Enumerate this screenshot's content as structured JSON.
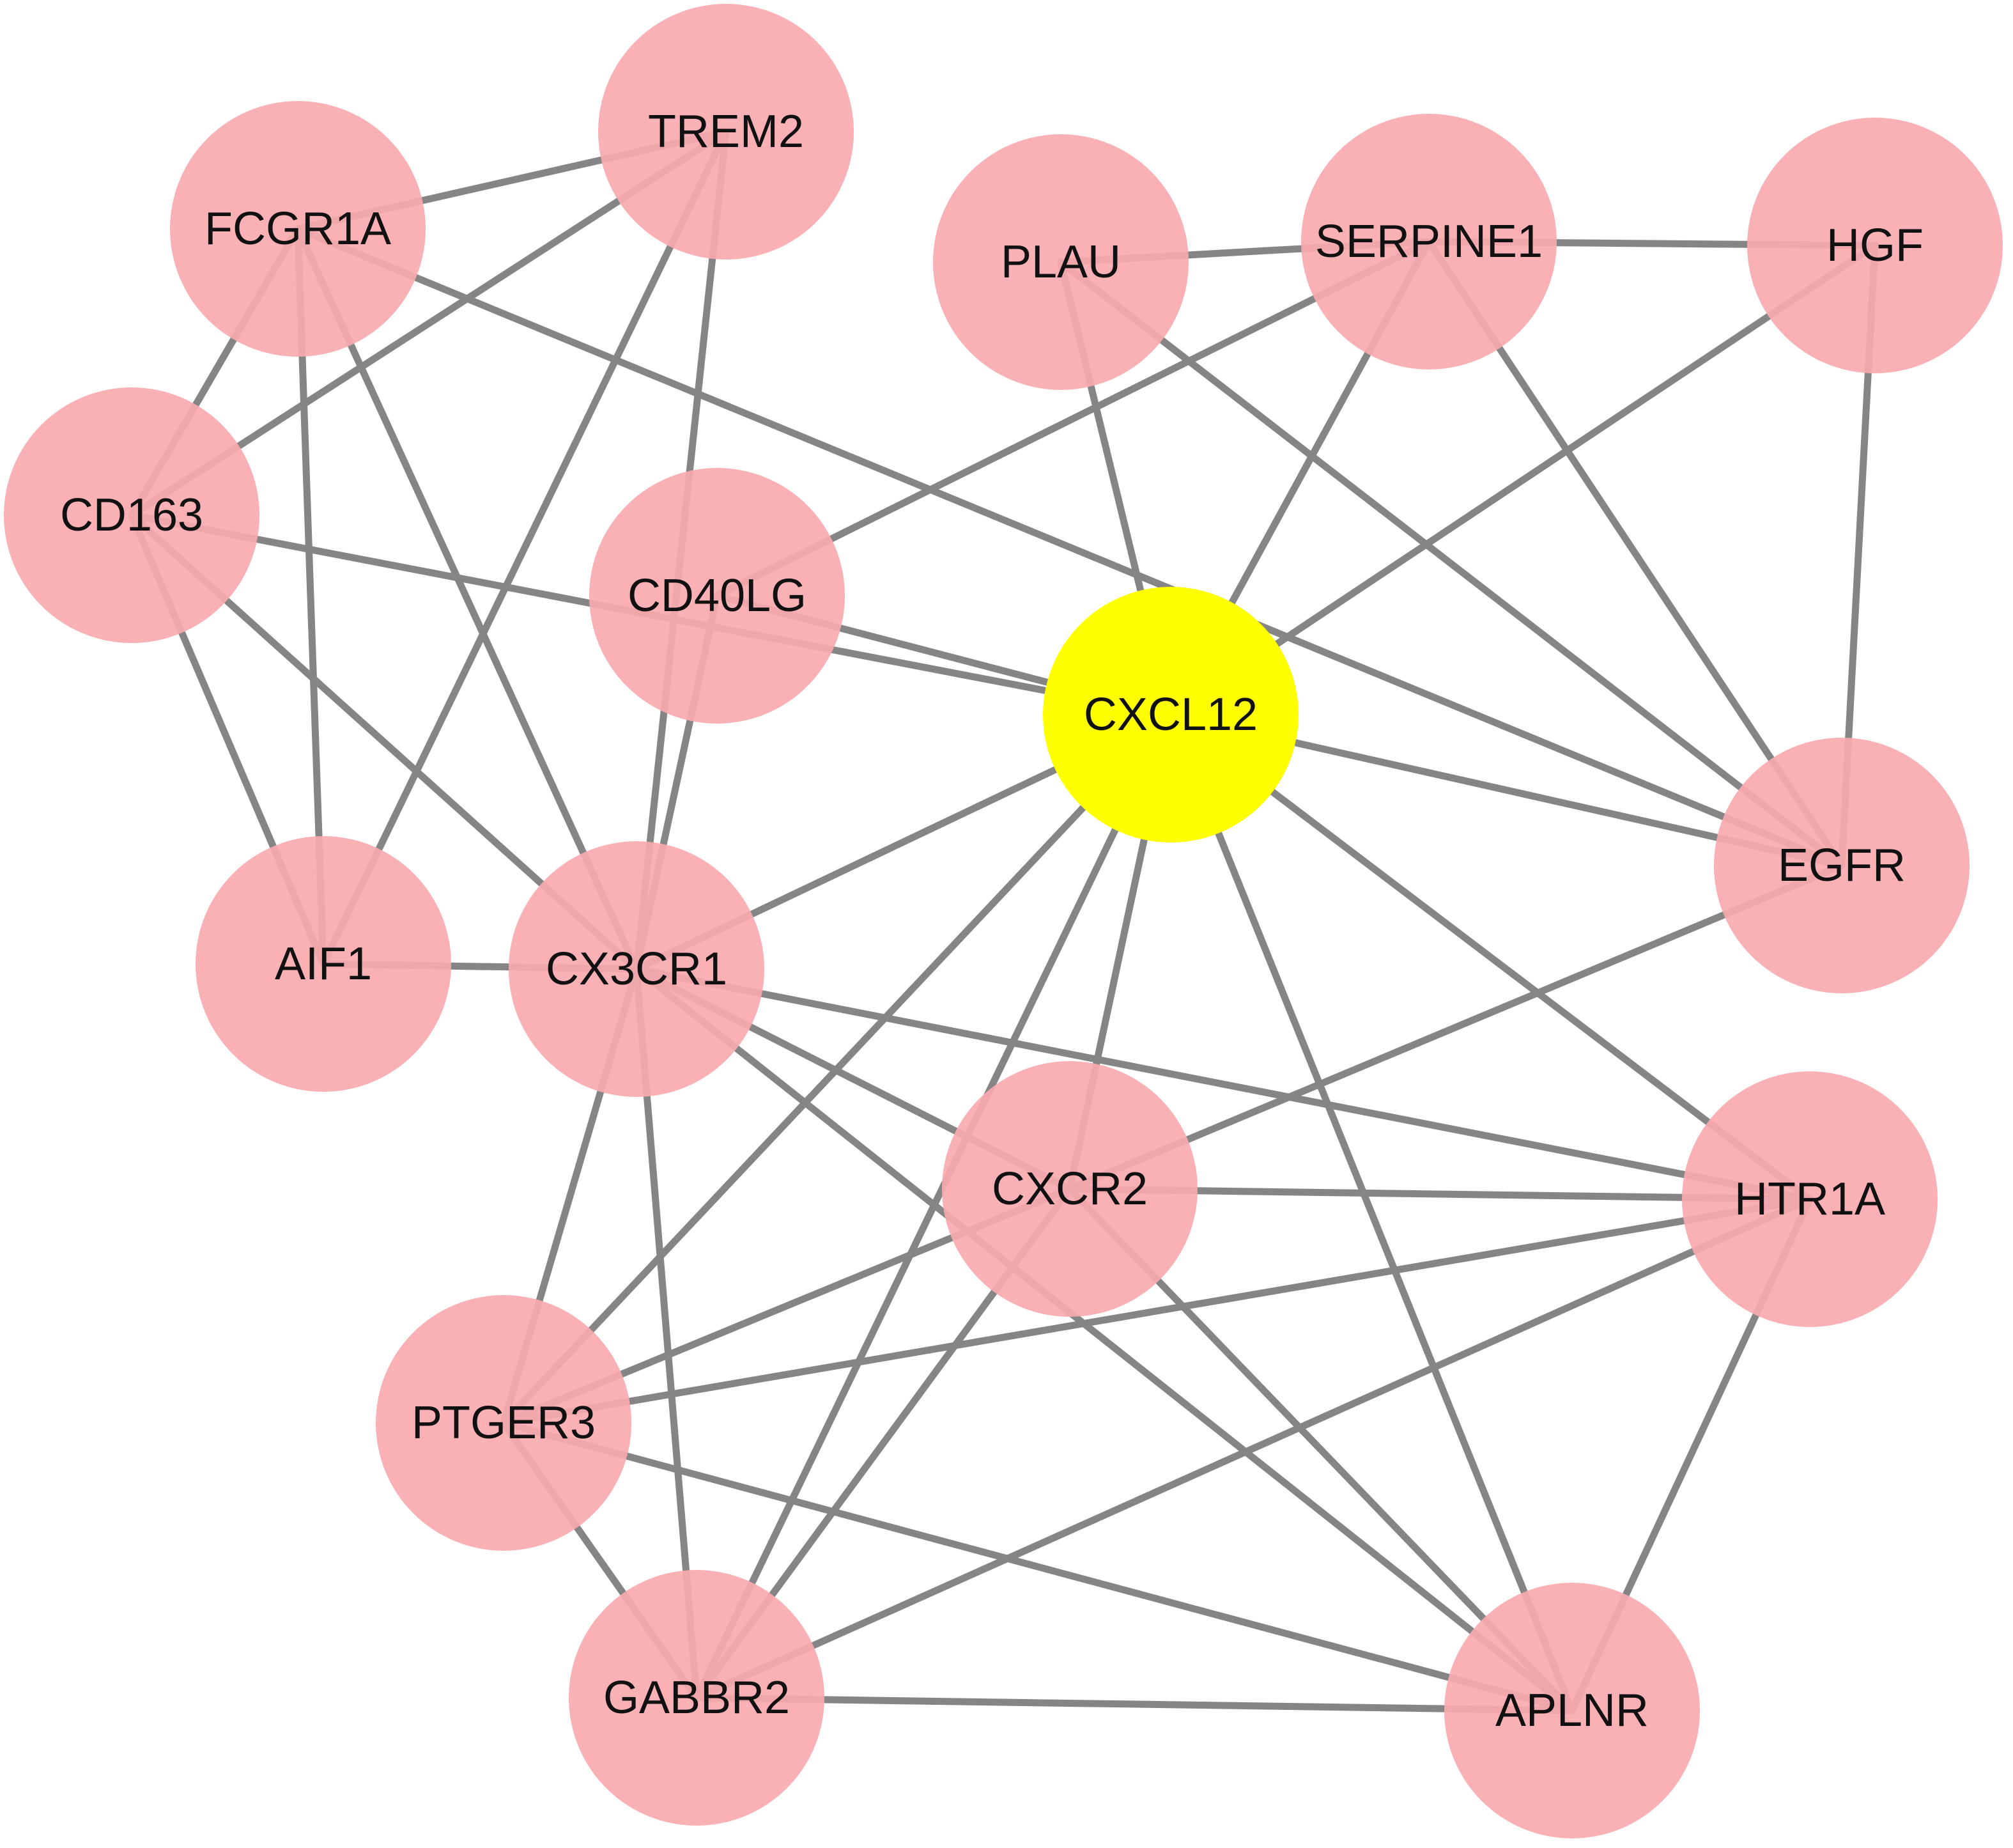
{
  "colors": {
    "node_default": "#f9aaaf",
    "node_highlight": "#ffff00",
    "edge": "#858585",
    "label": "#111111"
  },
  "nodes": [
    {
      "id": "TREM2",
      "label": "TREM2"
    },
    {
      "id": "FCGR1A",
      "label": "FCGR1A"
    },
    {
      "id": "PLAU",
      "label": "PLAU"
    },
    {
      "id": "SERPINE1",
      "label": "SERPINE1"
    },
    {
      "id": "HGF",
      "label": "HGF"
    },
    {
      "id": "CD163",
      "label": "CD163"
    },
    {
      "id": "CD40LG",
      "label": "CD40LG"
    },
    {
      "id": "CXCL12",
      "label": "CXCL12",
      "highlight": true
    },
    {
      "id": "EGFR",
      "label": "EGFR"
    },
    {
      "id": "AIF1",
      "label": "AIF1"
    },
    {
      "id": "CX3CR1",
      "label": "CX3CR1"
    },
    {
      "id": "CXCR2",
      "label": "CXCR2"
    },
    {
      "id": "HTR1A",
      "label": "HTR1A"
    },
    {
      "id": "PTGER3",
      "label": "PTGER3"
    },
    {
      "id": "GABBR2",
      "label": "GABBR2"
    },
    {
      "id": "APLNR",
      "label": "APLNR"
    }
  ],
  "edges": [
    [
      "FCGR1A",
      "TREM2"
    ],
    [
      "FCGR1A",
      "CD163"
    ],
    [
      "FCGR1A",
      "AIF1"
    ],
    [
      "FCGR1A",
      "CX3CR1"
    ],
    [
      "FCGR1A",
      "EGFR"
    ],
    [
      "TREM2",
      "CD163"
    ],
    [
      "TREM2",
      "AIF1"
    ],
    [
      "TREM2",
      "CX3CR1"
    ],
    [
      "PLAU",
      "SERPINE1"
    ],
    [
      "PLAU",
      "CXCL12"
    ],
    [
      "PLAU",
      "EGFR"
    ],
    [
      "SERPINE1",
      "HGF"
    ],
    [
      "SERPINE1",
      "CD40LG"
    ],
    [
      "SERPINE1",
      "CXCL12"
    ],
    [
      "SERPINE1",
      "EGFR"
    ],
    [
      "HGF",
      "CXCL12"
    ],
    [
      "HGF",
      "EGFR"
    ],
    [
      "CD163",
      "CXCL12"
    ],
    [
      "CD163",
      "AIF1"
    ],
    [
      "CD163",
      "CX3CR1"
    ],
    [
      "CD40LG",
      "CXCL12"
    ],
    [
      "CD40LG",
      "CX3CR1"
    ],
    [
      "CXCL12",
      "EGFR"
    ],
    [
      "CXCL12",
      "CX3CR1"
    ],
    [
      "CXCL12",
      "CXCR2"
    ],
    [
      "CXCL12",
      "HTR1A"
    ],
    [
      "CXCL12",
      "PTGER3"
    ],
    [
      "CXCL12",
      "GABBR2"
    ],
    [
      "CXCL12",
      "APLNR"
    ],
    [
      "EGFR",
      "CXCR2"
    ],
    [
      "AIF1",
      "CX3CR1"
    ],
    [
      "CX3CR1",
      "CXCR2"
    ],
    [
      "CX3CR1",
      "HTR1A"
    ],
    [
      "CX3CR1",
      "PTGER3"
    ],
    [
      "CX3CR1",
      "GABBR2"
    ],
    [
      "CX3CR1",
      "APLNR"
    ],
    [
      "CXCR2",
      "HTR1A"
    ],
    [
      "CXCR2",
      "PTGER3"
    ],
    [
      "CXCR2",
      "GABBR2"
    ],
    [
      "CXCR2",
      "APLNR"
    ],
    [
      "HTR1A",
      "PTGER3"
    ],
    [
      "HTR1A",
      "GABBR2"
    ],
    [
      "HTR1A",
      "APLNR"
    ],
    [
      "PTGER3",
      "GABBR2"
    ],
    [
      "PTGER3",
      "APLNR"
    ],
    [
      "GABBR2",
      "APLNR"
    ]
  ]
}
